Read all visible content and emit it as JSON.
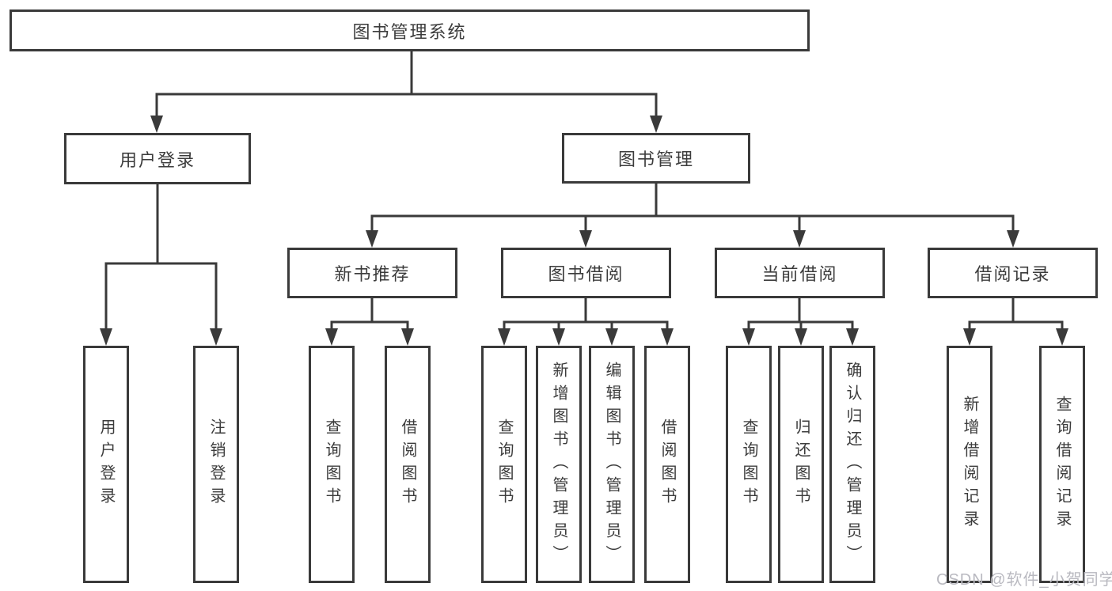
{
  "diagram_title": "图书管理系统",
  "nodes": {
    "root": "图书管理系统",
    "user_login": "用户登录",
    "book_mgmt": "图书管理",
    "new_book_rec": "新书推荐",
    "book_borrow": "图书借阅",
    "current_borrow": "当前借阅",
    "borrow_records": "借阅记录",
    "leaf_user_login": "用户登录",
    "leaf_logout": "注销登录",
    "leaf_nbr_query_books": "查询图书",
    "leaf_nbr_borrow_books": "借阅图书",
    "leaf_bb_query_books": "查询图书",
    "leaf_bb_add_books": "新增图书（管理员）",
    "leaf_bb_edit_books": "编辑图书（管理员）",
    "leaf_bb_borrow_books": "借阅图书",
    "leaf_cb_query_books": "查询图书",
    "leaf_cb_return_books": "归还图书",
    "leaf_cb_confirm_return": "确认归还（管理员）",
    "leaf_br_add_record": "新增借阅记录",
    "leaf_br_query_record": "查询借阅记录"
  },
  "structure": {
    "root": "图书管理系统",
    "children": [
      {
        "label": "用户登录",
        "children": [
          "用户登录",
          "注销登录"
        ]
      },
      {
        "label": "图书管理",
        "children": [
          {
            "label": "新书推荐",
            "children": [
              "查询图书",
              "借阅图书"
            ]
          },
          {
            "label": "图书借阅",
            "children": [
              "查询图书",
              "新增图书（管理员）",
              "编辑图书（管理员）",
              "借阅图书"
            ]
          },
          {
            "label": "当前借阅",
            "children": [
              "查询图书",
              "归还图书",
              "确认归还（管理员）"
            ]
          },
          {
            "label": "借阅记录",
            "children": [
              "新增借阅记录",
              "查询借阅记录"
            ]
          }
        ]
      }
    ]
  },
  "watermark": {
    "text": "CSDN @软件_小贺同学"
  },
  "colors": {
    "line": "#3a3a3a",
    "box_border": "#3a3a3a",
    "text": "#3c3c3c",
    "background": "#ffffff",
    "watermark": "#b9b9c0"
  }
}
